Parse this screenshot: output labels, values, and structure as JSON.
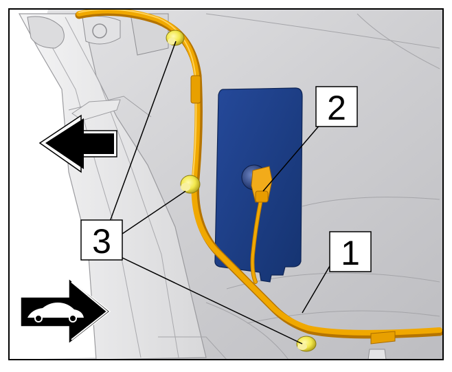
{
  "callouts": {
    "one": "1",
    "two": "2",
    "three": "3"
  },
  "icons": {
    "direction_arrow": "arrow-left-icon",
    "vehicle_direction": "car-forward-icon"
  },
  "colors": {
    "harness": "#f0a800",
    "harness_shadow": "#b57400",
    "panel": "#1c3e86",
    "clip": "#f2e84c",
    "body": "#d2d2d4"
  }
}
